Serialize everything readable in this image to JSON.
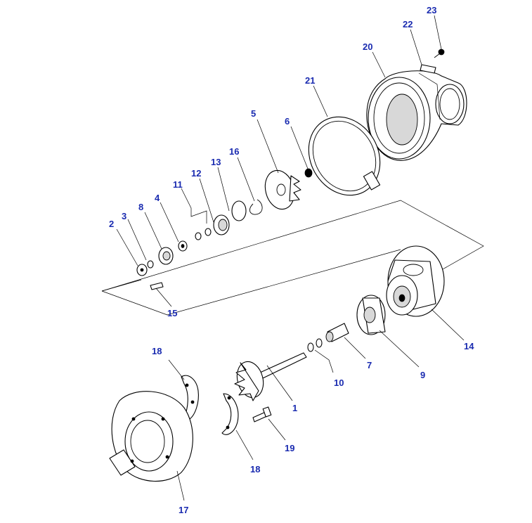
{
  "colors": {
    "callout": "#1a2bb0",
    "lines": "#000000",
    "background": "#ffffff"
  },
  "callouts": {
    "c1": "1",
    "c2": "2",
    "c3": "3",
    "c4": "4",
    "c5": "5",
    "c6": "6",
    "c7": "7",
    "c8": "8",
    "c9": "9",
    "c10": "10",
    "c11": "11",
    "c12": "12",
    "c13": "13",
    "c14": "14",
    "c15": "15",
    "c16": "16",
    "c17": "17",
    "c18a": "18",
    "c18b": "18",
    "c19": "19",
    "c20": "20",
    "c21": "21",
    "c22": "22",
    "c23": "23"
  }
}
